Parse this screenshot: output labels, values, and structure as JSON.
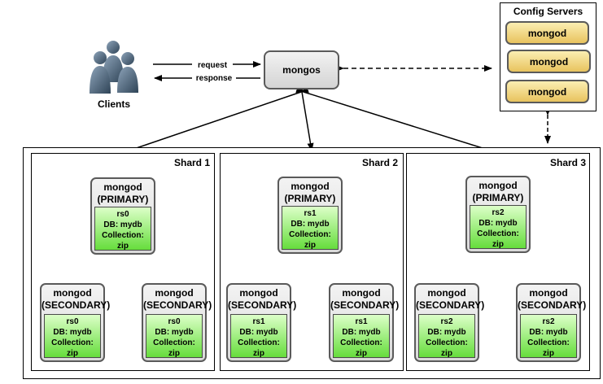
{
  "clients": {
    "label": "Clients"
  },
  "arrows": {
    "request": "request",
    "response": "response"
  },
  "mongos": {
    "label": "mongos"
  },
  "config": {
    "title": "Config Servers",
    "servers": [
      "mongod",
      "mongod",
      "mongod"
    ]
  },
  "shards": [
    {
      "title": "Shard 1",
      "primary": {
        "name": "mongod",
        "role": "(PRIMARY)",
        "rs": "rs0",
        "db": "DB: mydb",
        "collection": "Collection: zip"
      },
      "secondaries": [
        {
          "name": "mongod",
          "role": "(SECONDARY)",
          "rs": "rs0",
          "db": "DB: mydb",
          "collection": "Collection: zip"
        },
        {
          "name": "mongod",
          "role": "(SECONDARY)",
          "rs": "rs0",
          "db": "DB: mydb",
          "collection": "Collection: zip"
        }
      ]
    },
    {
      "title": "Shard 2",
      "primary": {
        "name": "mongod",
        "role": "(PRIMARY)",
        "rs": "rs1",
        "db": "DB: mydb",
        "collection": "Collection: zip"
      },
      "secondaries": [
        {
          "name": "mongod",
          "role": "(SECONDARY)",
          "rs": "rs1",
          "db": "DB: mydb",
          "collection": "Collection: zip"
        },
        {
          "name": "mongod",
          "role": "(SECONDARY)",
          "rs": "rs1",
          "db": "DB: mydb",
          "collection": "Collection: zip"
        }
      ]
    },
    {
      "title": "Shard 3",
      "primary": {
        "name": "mongod",
        "role": "(PRIMARY)",
        "rs": "rs2",
        "db": "DB: mydb",
        "collection": "Collection: zip"
      },
      "secondaries": [
        {
          "name": "mongod",
          "role": "(SECONDARY)",
          "rs": "rs2",
          "db": "DB: mydb",
          "collection": "Collection: zip"
        },
        {
          "name": "mongod",
          "role": "(SECONDARY)",
          "rs": "rs2",
          "db": "DB: mydb",
          "collection": "Collection: zip"
        }
      ]
    }
  ],
  "colors": {
    "config_node": "#f2d27a",
    "data_node": "#8aeb5c",
    "router": "#e0e0e0"
  }
}
